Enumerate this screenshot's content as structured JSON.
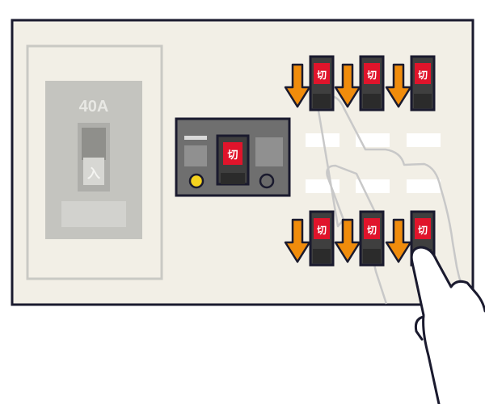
{
  "main_breaker": {
    "rating": "40A",
    "state_label": "入"
  },
  "leakage_breaker": {
    "state_label": "切"
  },
  "branch_breakers": {
    "state_label": "切",
    "top_row_count": 3,
    "bottom_row_count": 3
  },
  "colors": {
    "panel_bg": "#f2efe6",
    "outline": "#1a1a2e",
    "switch_body": "#3f3f3f",
    "label_red": "#e0142b",
    "arrow_orange": "#f08c0c",
    "indicator_yellow": "#f5d21e",
    "faded_breaker": "#c9c9c4"
  },
  "icons": [
    "down-arrow-icon",
    "hand-pointer-icon"
  ]
}
